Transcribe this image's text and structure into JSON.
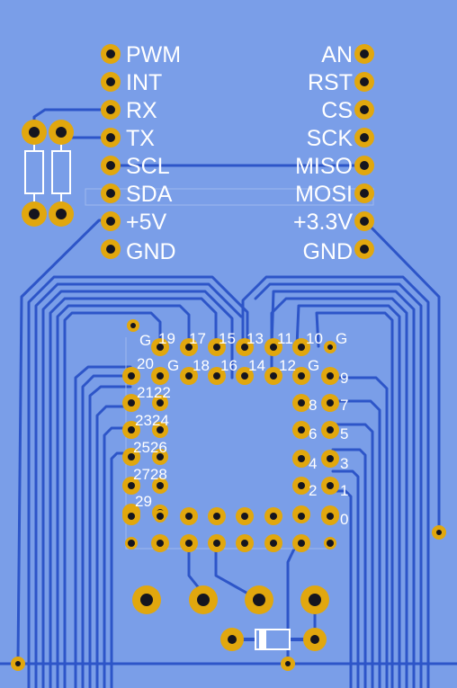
{
  "colors": {
    "board": "#7a9ee8",
    "trace": "#2d55c8",
    "copper": "#e1a70e",
    "drill": "#15151f",
    "silk": "#ffffff"
  },
  "header_left": [
    "PWM",
    "INT",
    "RX",
    "TX",
    "SCL",
    "SDA",
    "+5V",
    "GND"
  ],
  "header_right": [
    "AN",
    "RST",
    "CS",
    "SCK",
    "MISO",
    "MOSI",
    "+3.3V",
    "GND"
  ],
  "socket": {
    "top_row_1": [
      "G",
      "19",
      "17",
      "15",
      "13",
      "11",
      "10",
      "G"
    ],
    "top_row_2": [
      "20",
      "G",
      "18",
      "16",
      "14",
      "12",
      "G"
    ],
    "left_pairs": [
      "2122",
      "2324",
      "2526",
      "2728",
      "29"
    ],
    "right_labels": [
      "9",
      "8",
      "7",
      "6",
      "5",
      "4",
      "3",
      "2",
      "1",
      "0"
    ]
  }
}
